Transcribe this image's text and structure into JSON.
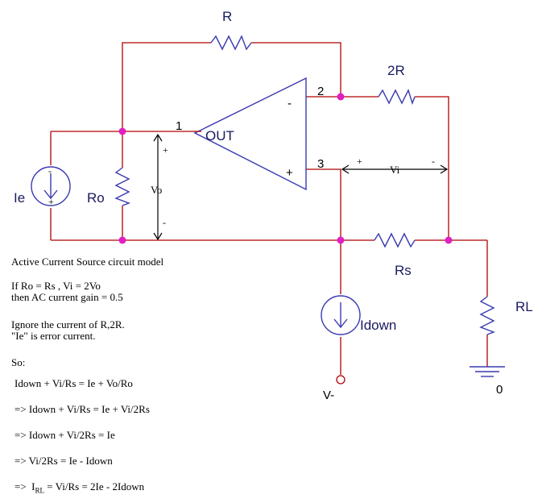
{
  "components": {
    "r_top": "R",
    "r_2r": "2R",
    "r_s": "Rs",
    "r_l": "RL",
    "r_o": "Ro",
    "i_e": "Ie",
    "i_down": "Idown",
    "opamp_out": "OUT",
    "opamp_minus": "-",
    "opamp_plus": "+",
    "node1": "1",
    "node2": "2",
    "node3": "3",
    "vneg": "V-",
    "ground": "0",
    "vo": "Vo",
    "vo_plus": "+",
    "vo_minus": "-",
    "vi": "Vi",
    "vi_plus": "+",
    "vi_minus": "-"
  },
  "notes": {
    "title": "Active Current Source circuit model",
    "cond1": "If Ro = Rs , Vi = 2Vo",
    "cond2": "then AC current gain = 0.5",
    "ignore1": "Ignore the current of R,2R.",
    "ignore2": "\"Ie\" is error current.",
    "so": "So:",
    "eq1": "Idown + Vi/Rs = Ie + Vo/Ro",
    "eq2": "=> Idown + Vi/Rs = Ie + Vi/2Rs",
    "eq3": "=> Idown + Vi/2Rs = Ie",
    "eq4": "=> Vi/2Rs = Ie - Idown",
    "eq5_prefix": "=>",
    "eq5_i": "I",
    "eq5_sub": "RL",
    "eq5_rest": " = Vi/Rs = 2Ie - 2Idown"
  },
  "colors": {
    "wire": "#b00000",
    "component": "#3a3ab0",
    "node": "#e020c0"
  }
}
